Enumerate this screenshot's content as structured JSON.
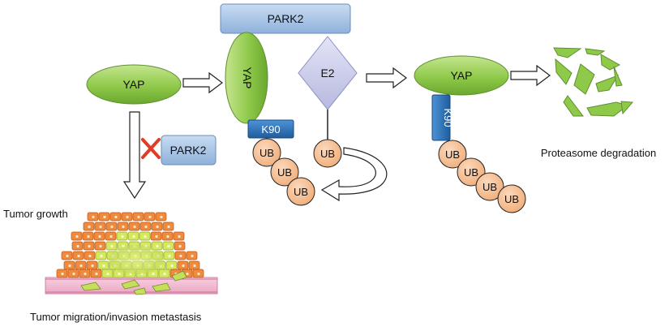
{
  "diagram": {
    "park2_top": "PARK2",
    "yap_left": "YAP",
    "yap_bound": "YAP",
    "e2": "E2",
    "k90_bound": "K90",
    "ub_bound": [
      "UB",
      "UB",
      "UB"
    ],
    "ub_e2": "UB",
    "yap_right": "YAP",
    "k90_right": "K90",
    "ub_right": [
      "UB",
      "UB",
      "UB",
      "UB"
    ],
    "park2_blocked": "PARK2",
    "proteasome_label": "Proteasome degradation",
    "tumor_growth_label": "Tumor growth",
    "tumor_migration_label": "Tumor migration/invasion metastasis"
  },
  "colors": {
    "yap_fill": "#8fc94a",
    "park2_fill": "#a4c2e4",
    "e2_fill": "#c9cbe9",
    "k90_fill": "#2f78c1",
    "ub_fill": "#f6bf92",
    "inhibit": "#e23b26",
    "cell_orange": "#f08a3c",
    "cell_yellow": "#d6e85c",
    "membrane": "#f2b9d0"
  }
}
